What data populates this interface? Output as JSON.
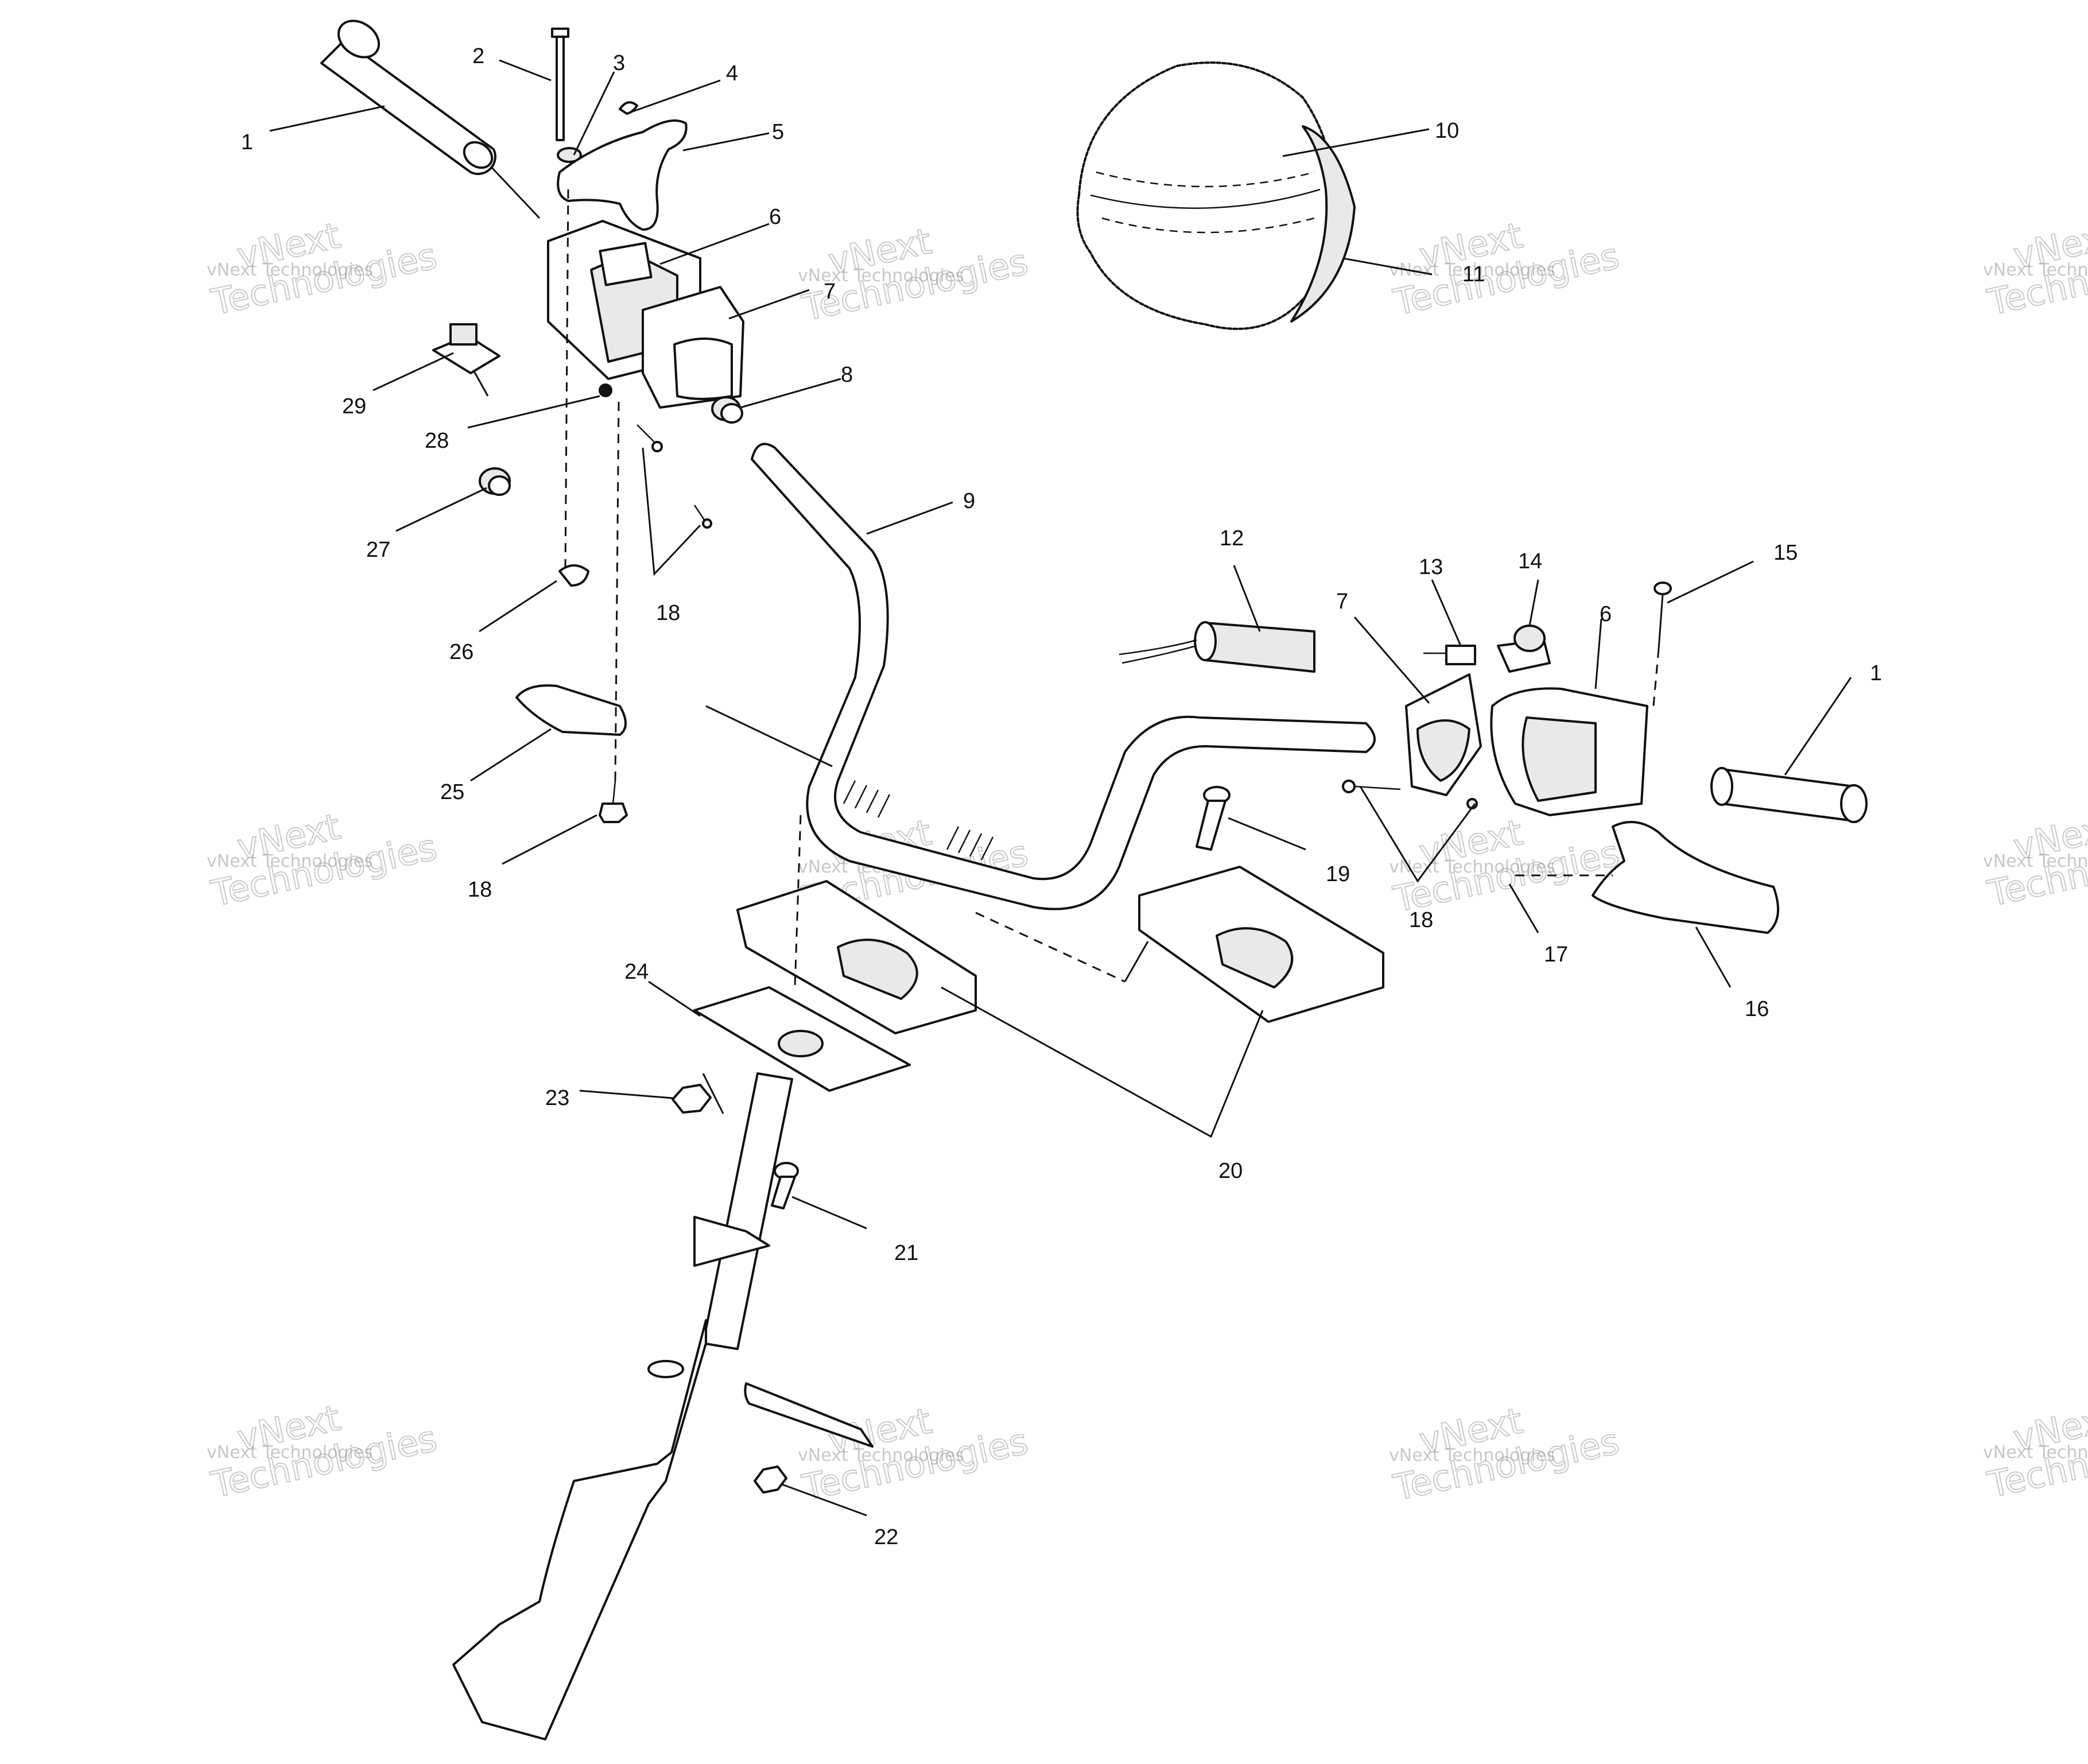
{
  "diagram": {
    "callouts": [
      {
        "id": "c1a",
        "text": "1"
      },
      {
        "id": "c2",
        "text": "2"
      },
      {
        "id": "c3",
        "text": "3"
      },
      {
        "id": "c4",
        "text": "4"
      },
      {
        "id": "c5",
        "text": "5"
      },
      {
        "id": "c6a",
        "text": "6"
      },
      {
        "id": "c7a",
        "text": "7"
      },
      {
        "id": "c8",
        "text": "8"
      },
      {
        "id": "c9",
        "text": "9"
      },
      {
        "id": "c10",
        "text": "10"
      },
      {
        "id": "c11",
        "text": "11"
      },
      {
        "id": "c12",
        "text": "12"
      },
      {
        "id": "c13",
        "text": "13"
      },
      {
        "id": "c14",
        "text": "14"
      },
      {
        "id": "c15",
        "text": "15"
      },
      {
        "id": "c7b",
        "text": "7"
      },
      {
        "id": "c6b",
        "text": "6"
      },
      {
        "id": "c1b",
        "text": "1"
      },
      {
        "id": "c16",
        "text": "16"
      },
      {
        "id": "c17",
        "text": "17"
      },
      {
        "id": "c18a",
        "text": "18"
      },
      {
        "id": "c18b",
        "text": "18"
      },
      {
        "id": "c18c",
        "text": "18"
      },
      {
        "id": "c19",
        "text": "19"
      },
      {
        "id": "c20",
        "text": "20"
      },
      {
        "id": "c21",
        "text": "21"
      },
      {
        "id": "c22",
        "text": "22"
      },
      {
        "id": "c23",
        "text": "23"
      },
      {
        "id": "c24",
        "text": "24"
      },
      {
        "id": "c25",
        "text": "25"
      },
      {
        "id": "c26",
        "text": "26"
      },
      {
        "id": "c27",
        "text": "27"
      },
      {
        "id": "c28",
        "text": "28"
      },
      {
        "id": "c29",
        "text": "29"
      }
    ],
    "watermark": {
      "line1": "vNext Technologies",
      "line2": "Technologies",
      "line3": "vNext"
    }
  }
}
